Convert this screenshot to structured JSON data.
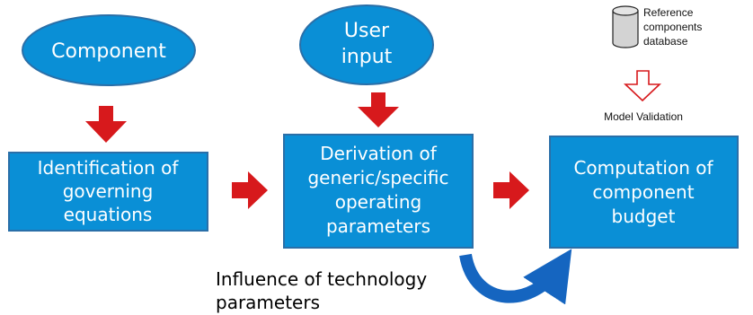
{
  "nodes": {
    "component": {
      "label": "Component"
    },
    "user_input": {
      "lines": [
        "User",
        "input"
      ]
    },
    "identification": {
      "lines": [
        "Identification of",
        "governing",
        "equations"
      ]
    },
    "derivation": {
      "lines": [
        "Derivation of",
        "generic/specific",
        "operating",
        "parameters"
      ]
    },
    "computation": {
      "lines": [
        "Computation of",
        "component",
        "budget"
      ]
    },
    "database": {
      "lines": [
        "Reference",
        "components",
        "database"
      ]
    }
  },
  "annotations": {
    "model_validation": "Model  Validation",
    "influence": [
      "Influence of technology",
      "parameters"
    ]
  },
  "colors": {
    "box_fill": "#0a8fd6",
    "box_stroke": "#2a6fa8",
    "arrow_red": "#d7191c",
    "curved_arrow": "#1565c0",
    "cylinder_fill": "#d3d3d3"
  }
}
